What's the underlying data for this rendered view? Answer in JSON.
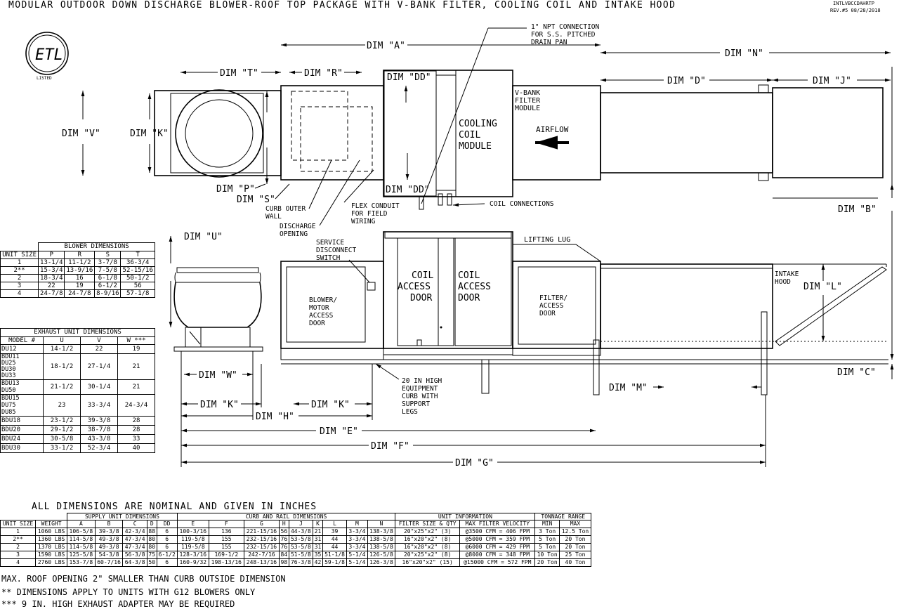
{
  "header": {
    "title": "MODULAR OUTDOOR DOWN DISCHARGE BLOWER-ROOF TOP PACKAGE WITH V-BANK FILTER, COOLING COIL AND INTAKE HOOD",
    "drawing_id": "INTLVBCCDAHRTP",
    "revision": "REV.#5   08/28/2018",
    "logo_text": "ETL",
    "logo_sub": "LISTED"
  },
  "top_view": {
    "dims": {
      "A": "DIM \"A\"",
      "N": "DIM \"N\"",
      "T": "DIM \"T\"",
      "R": "DIM \"R\"",
      "DD_top": "DIM \"DD\"",
      "D": "DIM \"D\"",
      "J": "DIM \"J\"",
      "V": "DIM \"V\"",
      "K": "DIM \"K\"",
      "P": "DIM \"P\"",
      "S": "DIM \"S\"",
      "DD_bottom": "DIM \"DD\"",
      "B": "DIM \"B\""
    },
    "npt_note": [
      "1\" NPT CONNECTION",
      "FOR S.S. PITCHED",
      "DRAIN PAN"
    ],
    "vbank": [
      "V-BANK",
      "FILTER",
      "MODULE"
    ],
    "cooling": [
      "COOLING",
      "COIL",
      "MODULE"
    ],
    "airflow": "AIRFLOW",
    "curb_outer": [
      "CURB OUTER",
      "WALL"
    ],
    "discharge": [
      "DISCHARGE",
      "OPENING"
    ],
    "flex": [
      "FLEX CONDUIT",
      "FOR FIELD",
      "WIRING"
    ],
    "coil_conn": "COIL CONNECTIONS"
  },
  "side_view": {
    "dims": {
      "U": "DIM \"U\"",
      "L": "DIM \"L\"",
      "C": "DIM \"C\"",
      "W": "DIM \"W\"",
      "M": "DIM \"M\"",
      "K1": "DIM \"K\"",
      "K2": "DIM \"K\"",
      "H": "DIM \"H\"",
      "E": "DIM \"E\"",
      "F": "DIM \"F\"",
      "G": "DIM \"G\""
    },
    "service": [
      "SERVICE",
      "DISCONNECT",
      "SWITCH"
    ],
    "lifting": "LIFTING LUG",
    "coil_door1": [
      "COIL",
      "ACCESS",
      "DOOR"
    ],
    "coil_door2": [
      "COIL",
      "ACCESS",
      "DOOR"
    ],
    "blower_door": [
      "BLOWER/",
      "MOTOR",
      "ACCESS",
      "DOOR"
    ],
    "filter_door": [
      "FILTER/",
      "ACCESS",
      "DOOR"
    ],
    "intake": [
      "INTAKE",
      "HOOD"
    ],
    "curb_note": [
      "20 IN HIGH",
      "EQUIPMENT",
      "CURB WITH",
      "SUPPORT",
      "LEGS"
    ]
  },
  "blower_table": {
    "title": "BLOWER DIMENSIONS",
    "headers": [
      "UNIT SIZE",
      "P",
      "R",
      "S",
      "T"
    ],
    "rows": [
      [
        "1",
        "13-1/4",
        "11-1/2",
        "3-7/8",
        "36-3/4"
      ],
      [
        "2**",
        "15-3/4",
        "13-9/16",
        "7-5/8",
        "52-15/16"
      ],
      [
        "2",
        "18-3/4",
        "16",
        "6-1/8",
        "50-1/2"
      ],
      [
        "3",
        "22",
        "19",
        "6-1/2",
        "56"
      ],
      [
        "4",
        "24-7/8",
        "24-7/8",
        "8-9/16",
        "57-1/8"
      ]
    ]
  },
  "exhaust_table": {
    "title": "EXHAUST UNIT DIMENSIONS",
    "headers": [
      "MODEL #",
      "U",
      "V",
      "W ***"
    ],
    "rows": [
      {
        "models": [
          "DU12"
        ],
        "u": "14-1/2",
        "v": "22",
        "w": "19"
      },
      {
        "models": [
          "BDU11",
          "DU25",
          "DU30",
          "DU33"
        ],
        "u": "18-1/2",
        "v": "27-1/4",
        "w": "21"
      },
      {
        "models": [
          "BDU13",
          "DU50"
        ],
        "u": "21-1/2",
        "v": "30-1/4",
        "w": "21"
      },
      {
        "models": [
          "BDU15",
          "DU75",
          "DU85"
        ],
        "u": "23",
        "v": "33-3/4",
        "w": "24-3/4"
      },
      {
        "models": [
          "BDU18"
        ],
        "u": "23-1/2",
        "v": "39-3/8",
        "w": "28"
      },
      {
        "models": [
          "BDU20"
        ],
        "u": "29-1/2",
        "v": "38-7/8",
        "w": "28"
      },
      {
        "models": [
          "BDU24"
        ],
        "u": "30-5/8",
        "v": "43-3/8",
        "w": "33"
      },
      {
        "models": [
          "BDU30"
        ],
        "u": "33-1/2",
        "v": "52-3/4",
        "w": "40"
      }
    ]
  },
  "main_table": {
    "note_top": "ALL DIMENSIONS ARE NOMINAL AND GIVEN IN INCHES",
    "groups": [
      "SUPPLY UNIT DIMENSIONS",
      "CURB AND RAIL DIMENSIONS",
      "UNIT INFORMATION",
      "TONNAGE RANGE"
    ],
    "headers": [
      "UNIT SIZE",
      "WEIGHT",
      "A",
      "B",
      "C",
      "D",
      "DD",
      "E",
      "F",
      "G",
      "H",
      "J",
      "K",
      "L",
      "M",
      "N",
      "FILTER SIZE & QTY",
      "MAX FILTER VELOCITY",
      "MIN",
      "MAX"
    ],
    "rows": [
      [
        "1",
        "1060 LBS",
        "106-5/8",
        "39-3/8",
        "42-3/4",
        "88",
        "6",
        "100-3/16",
        "136",
        "221-15/16",
        "56",
        "44-3/8",
        "21",
        "39",
        "3-3/4",
        "138-3/8",
        "20\"x25\"x2\" (3)",
        "@3500 CFM = 406 FPM",
        "3 Ton",
        "12.5 Ton"
      ],
      [
        "2**",
        "1360 LBS",
        "114-5/8",
        "49-3/8",
        "47-3/4",
        "80",
        "6",
        "119-5/8",
        "155",
        "232-15/16",
        "76",
        "53-5/8",
        "31",
        "44",
        "3-3/4",
        "138-5/8",
        "16\"x20\"x2\" (8)",
        "@5000 CFM = 359 FPM",
        "5 Ton",
        "20 Ton"
      ],
      [
        "2",
        "1370 LBS",
        "114-5/8",
        "49-3/8",
        "47-3/4",
        "80",
        "6",
        "119-5/8",
        "155",
        "232-15/16",
        "76",
        "53-5/8",
        "31",
        "44",
        "3-3/4",
        "138-5/8",
        "16\"x20\"x2\" (8)",
        "@6000 CFM = 429 FPM",
        "5 Ton",
        "20 Ton"
      ],
      [
        "3",
        "1590 LBS",
        "125-5/8",
        "54-3/8",
        "56-3/8",
        "75",
        "6-1/2",
        "128-3/16",
        "169-1/2",
        "242-7/16",
        "84",
        "51-5/8",
        "35",
        "51-1/8",
        "5-1/4",
        "126-5/8",
        "20\"x25\"x2\" (8)",
        "@8000 CFM = 348 FPM",
        "10 Ton",
        "25 Ton"
      ],
      [
        "4",
        "2760 LBS",
        "153-7/8",
        "60-7/16",
        "64-3/8",
        "50",
        "6",
        "160-9/32",
        "198-13/16",
        "248-13/16",
        "98",
        "76-3/8",
        "42",
        "59-1/8",
        "5-1/4",
        "126-3/8",
        "16\"x20\"x2\" (15)",
        "@15000 CFM = 572 FPM",
        "20 Ton",
        "40 Ton"
      ]
    ]
  },
  "notes": [
    "MAX. ROOF OPENING 2\" SMALLER THAN CURB OUTSIDE DIMENSION",
    "** DIMENSIONS APPLY TO UNITS WITH G12 BLOWERS ONLY",
    "*** 9 IN. HIGH EXHAUST ADAPTER MAY BE REQUIRED"
  ]
}
